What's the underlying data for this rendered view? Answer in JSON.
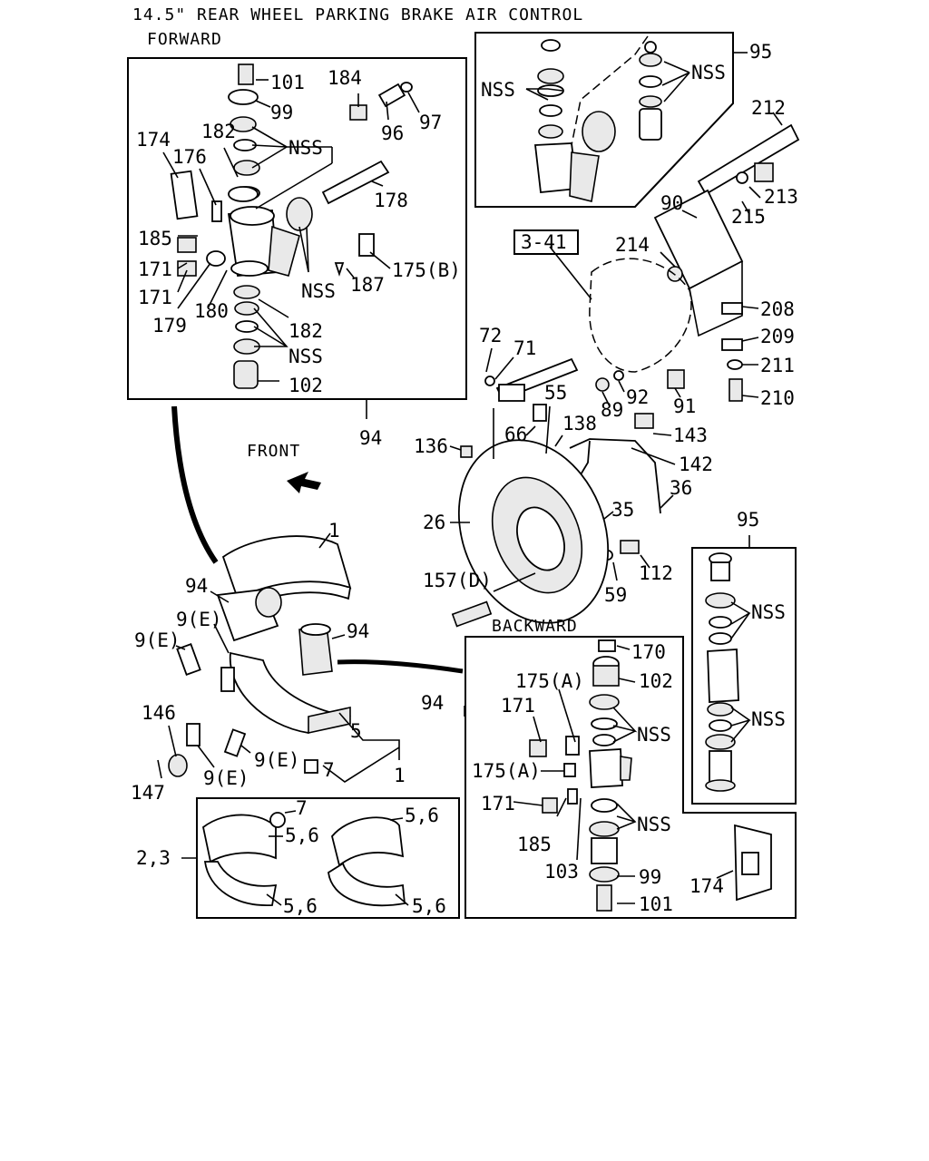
{
  "header": {
    "title": "14.5\" REAR WHEEL PARKING BRAKE AIR CONTROL",
    "forward_label": "FORWARD",
    "backward_label": "BACKWARD",
    "front_label": "FRONT",
    "page_ref": "3-41"
  },
  "callouts": {
    "c101a": "101",
    "c99a": "99",
    "c184": "184",
    "c96": "96",
    "c97": "97",
    "c182a": "182",
    "c174a": "174",
    "c176": "176",
    "nss1": "NSS",
    "c178": "178",
    "c185a": "185",
    "c171a": "171",
    "c171b": "171",
    "nss2": "NSS",
    "c187": "187",
    "c175b": "175(B)",
    "c179": "179",
    "c180": "180",
    "c182b": "182",
    "nss3": "NSS",
    "c102a": "102",
    "c94a": "94",
    "nss4": "NSS",
    "nss5": "NSS",
    "c95a": "95",
    "c212": "212",
    "c90": "90",
    "c213": "213",
    "c215": "215",
    "c214": "214",
    "c208": "208",
    "c209": "209",
    "c211": "211",
    "c210": "210",
    "c72": "72",
    "c71": "71",
    "c55": "55",
    "c89": "89",
    "c92": "92",
    "c91": "91",
    "c66": "66",
    "c138": "138",
    "c143": "143",
    "c136": "136",
    "c142": "142",
    "c36": "36",
    "c35": "35",
    "c26": "26",
    "c1a": "1",
    "c112": "112",
    "c94b": "94",
    "c157d": "157(D)",
    "c59": "59",
    "c9ea": "9(E)",
    "c94c": "94",
    "c9eb": "9(E)",
    "c95b": "95",
    "c146": "146",
    "c5a": "5",
    "c9ec": "9(E)",
    "c9ed": "9(E)",
    "c7a": "7",
    "c1b": "1",
    "c147": "147",
    "c170": "170",
    "c175aa": "175(A)",
    "c102b": "102",
    "c94d": "94",
    "c171c": "171",
    "nss6": "NSS",
    "nss7": "NSS",
    "c175ab": "175(A)",
    "nss8": "NSS",
    "c171d": "171",
    "nss9": "NSS",
    "c185b": "185",
    "c103": "103",
    "c99b": "99",
    "c174b": "174",
    "c101b": "101",
    "c7b": "7",
    "c56a": "5,6",
    "c56b": "5,6",
    "c23": "2,3",
    "c56c": "5,6",
    "c56d": "5,6"
  },
  "colors": {
    "line": "#000000",
    "background": "#ffffff",
    "fill_light": "#e9e9e9"
  }
}
